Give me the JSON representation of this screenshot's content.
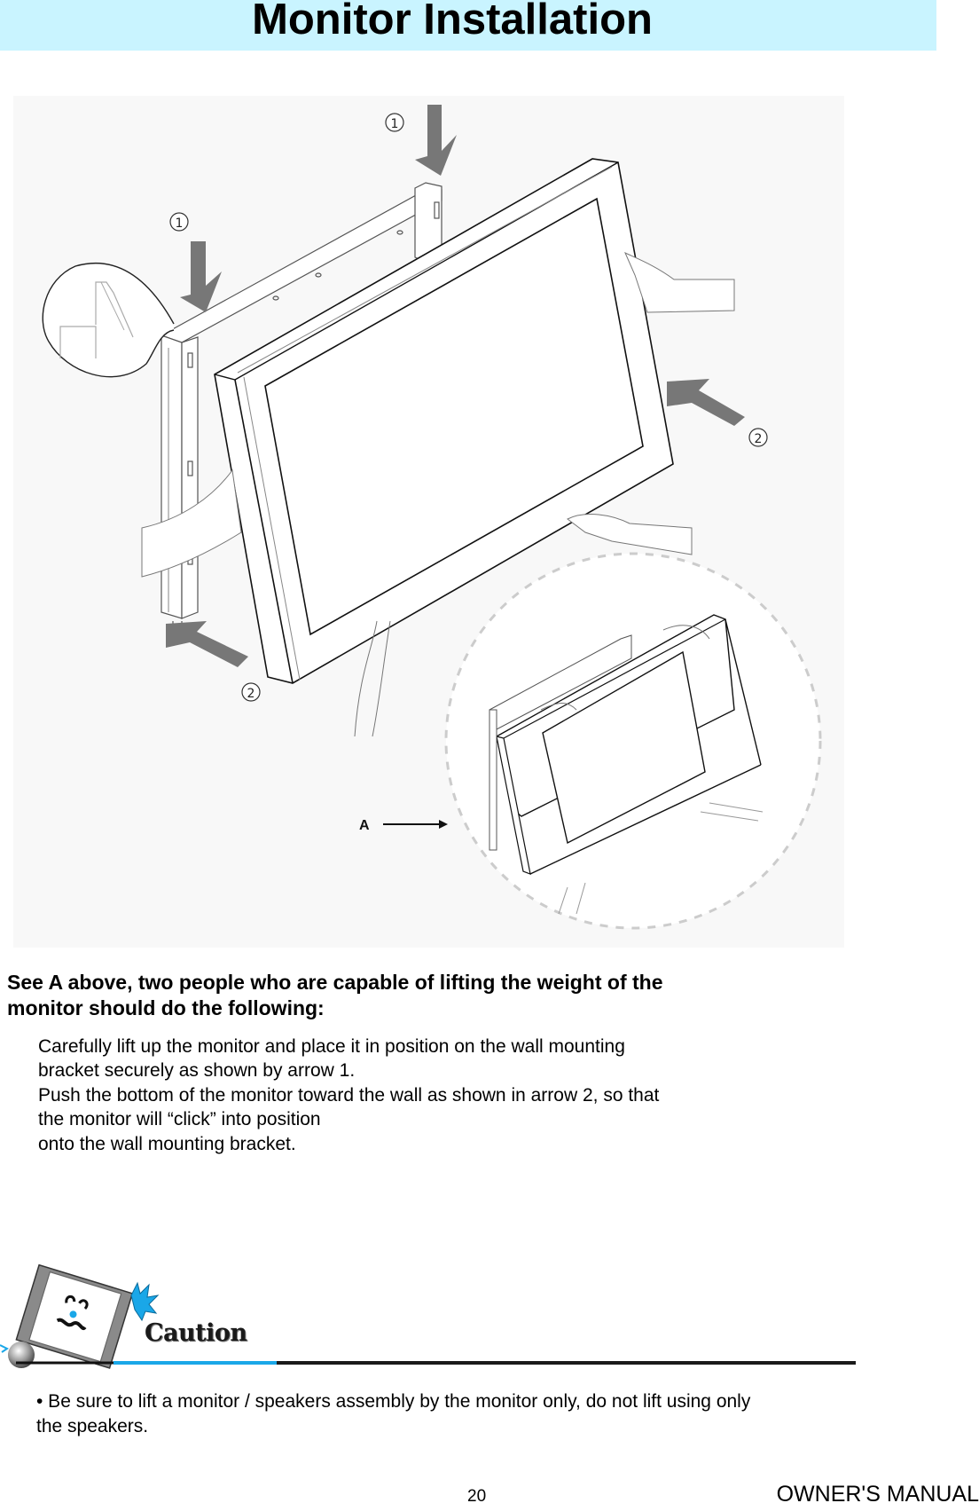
{
  "header": {
    "title": "Monitor Installation",
    "band_color": "#c9f4ff"
  },
  "illustration": {
    "callouts": [
      {
        "id": "arrow-1-top",
        "label": "①"
      },
      {
        "id": "arrow-1-left",
        "label": "①"
      },
      {
        "id": "arrow-2-right",
        "label": "②"
      },
      {
        "id": "arrow-2-left",
        "label": "②"
      }
    ],
    "inset_label": "A",
    "arrow_color": "#777777",
    "background_color": "#f8f8f8"
  },
  "instructions": {
    "lead_lines": [
      "See A above, two people who are capable of lifting the weight of the",
      "monitor should do the following:"
    ],
    "steps_lines": [
      "Carefully lift up the monitor and place it in position on the wall mounting",
      "bracket securely as shown by arrow 1.",
      "Push the bottom of the monitor toward the wall as shown in arrow 2, so that",
      "the monitor will “click” into position",
      "onto the wall mounting bracket."
    ]
  },
  "caution": {
    "label": "Caution",
    "icon": "falling-monitor-caution-icon",
    "accent_color": "#1aa7e8",
    "body_lines": [
      "• Be sure to lift a monitor / speakers assembly by the monitor only, do not lift using only",
      "the speakers."
    ]
  },
  "footer": {
    "page_number": "20",
    "manual_label": "OWNER'S MANUAL"
  }
}
